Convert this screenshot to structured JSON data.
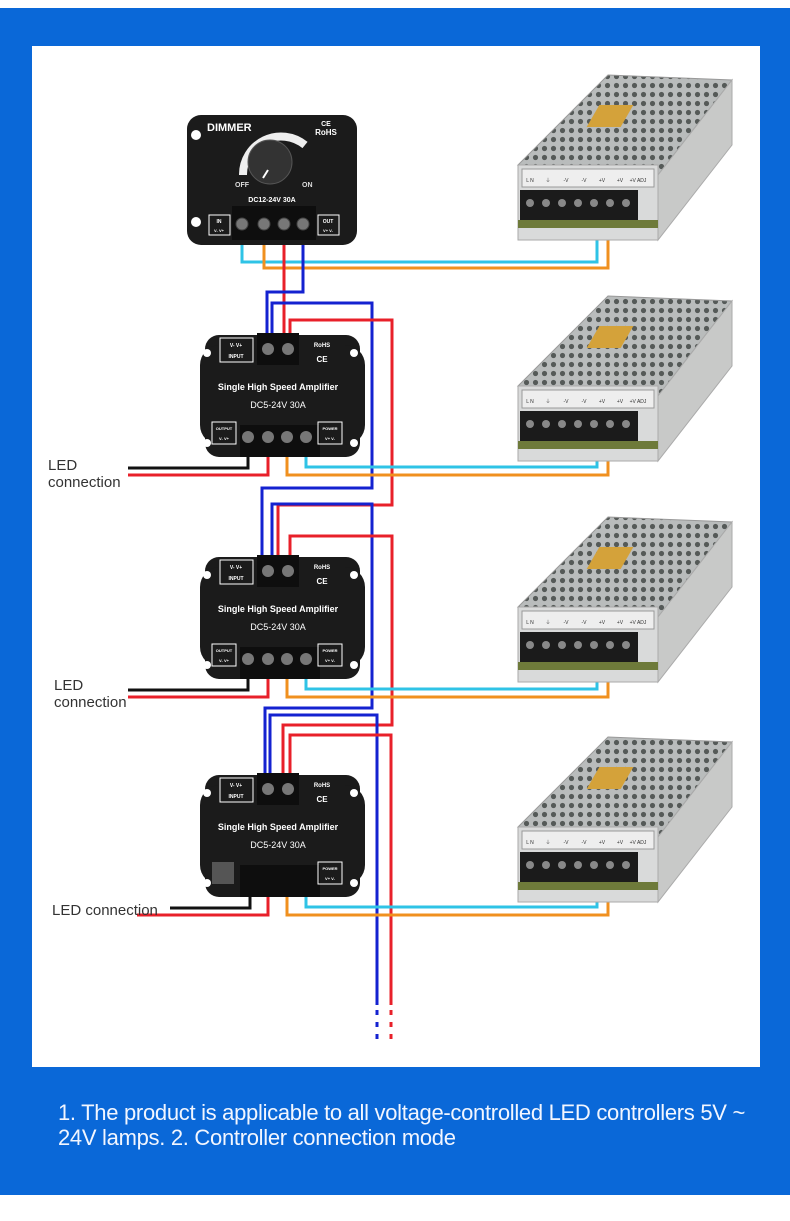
{
  "dimmer": {
    "title": "DIMMER",
    "cert": "CE",
    "rohs": "RoHS",
    "off_label": "OFF",
    "on_label": "ON",
    "rating": "DC12-24V 30A",
    "in_label": "IN",
    "in_pins": "V- V+",
    "out_label": "OUT",
    "out_pins": "V+ V-"
  },
  "amplifiers": [
    {
      "title": "Single High Speed Amplifier",
      "rating": "DC5-24V  30A",
      "input_label": "INPUT",
      "input_pins": "V- V+",
      "rohs": "RoHS",
      "cert": "CE",
      "output_label": "OUTPUT",
      "output_pins": "V- V+",
      "power_label": "POWER",
      "power_pins": "V+ V-",
      "led_label": "LED connection"
    },
    {
      "title": "Single High Speed Amplifier",
      "rating": "DC5-24V  30A",
      "input_label": "INPUT",
      "input_pins": "V- V+",
      "rohs": "RoHS",
      "cert": "CE",
      "output_label": "OUTPUT",
      "output_pins": "V- V+",
      "power_label": "POWER",
      "power_pins": "V+ V-",
      "led_label": "LED connection"
    },
    {
      "title": "Single High Speed Amplifier",
      "rating": "DC5-24V  30A",
      "input_label": "INPUT",
      "input_pins": "V- V+",
      "rohs": "RoHS",
      "cert": "CE",
      "output_label": "",
      "output_pins": "",
      "power_label": "POWER",
      "power_pins": "V+ V-",
      "led_label": "LED connection"
    }
  ],
  "power_supply": {
    "terminal_labels": [
      "L N",
      "⏚",
      "-V",
      "-V",
      "+V",
      "+V",
      "+V ADJ"
    ]
  },
  "wire_colors": {
    "cyan": "#2fc3e6",
    "orange": "#f0901f",
    "red": "#e8202a",
    "blue": "#1422d0",
    "black": "#111111"
  },
  "caption": {
    "text": "1. The product is applicable to all voltage-controlled LED controllers 5V ~ 24V lamps. 2. Controller connection mode"
  },
  "colors": {
    "frame_blue": "#0a68d8",
    "device_black": "#1b1b1b"
  }
}
